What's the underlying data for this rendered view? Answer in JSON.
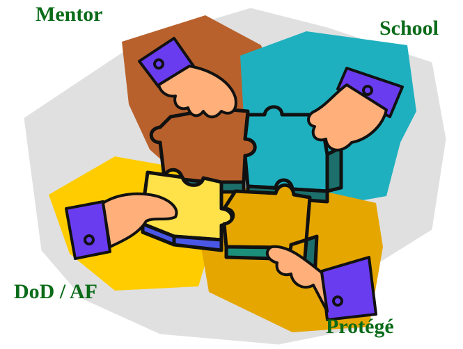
{
  "labels": {
    "mentor": "Mentor",
    "school": "School",
    "dod": "DoD / AF",
    "protege": "Protégé"
  },
  "colors": {
    "label_text": "#0a6b19",
    "background_shape": "#e0e0e0",
    "mentor_panel": "#b8612c",
    "school_panel": "#1fb0bf",
    "dod_panel": "#ffcc00",
    "protege_panel": "#e6a600",
    "cuff": "#6a3cf0",
    "skin": "#ffb07a",
    "piece_mentor": "#b8612c",
    "piece_school": "#1fb0bf",
    "piece_dod": "#ffe14a",
    "piece_protege": "#e6a600",
    "edge_teal": "#1c6f6a",
    "edge_blue": "#4a57e6"
  },
  "icons": [
    "hand-icon",
    "puzzle-piece-icon"
  ]
}
